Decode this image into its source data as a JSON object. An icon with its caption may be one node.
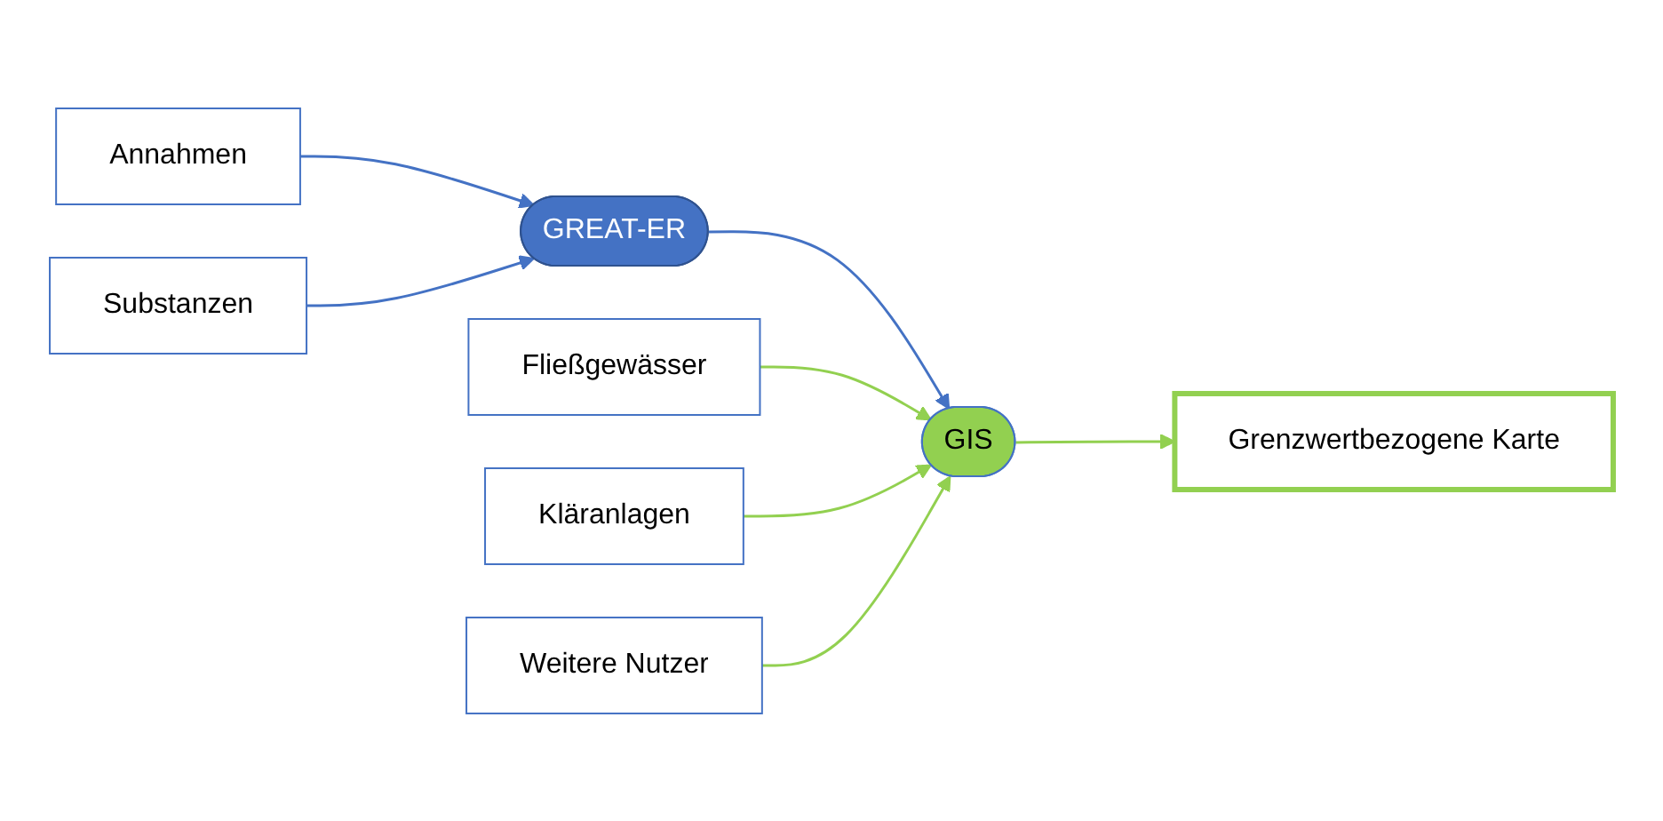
{
  "diagram": {
    "nodes": [
      {
        "text": [
          "Annahmen"
        ]
      },
      {
        "text": [
          "Substanzen"
        ]
      },
      {
        "text": [
          "GREAT-ER"
        ]
      },
      {
        "text": [
          "Fließgewässer"
        ]
      },
      {
        "text": [
          "Kläranlagen"
        ]
      },
      {
        "text": [
          "Weitere Nutzer"
        ]
      },
      {
        "text": [
          "GIS"
        ]
      },
      {
        "text": [
          "Grenzwertbezogene Karte"
        ]
      }
    ],
    "edges": [
      {
        "from": 0,
        "to": 2,
        "arrow": "to",
        "color": "#4472c4"
      },
      {
        "from": 1,
        "to": 2,
        "arrow": "to",
        "color": "#4472c4"
      },
      {
        "from": 2,
        "to": 6,
        "arrow": "to",
        "color": "#4472c4"
      },
      {
        "from": 3,
        "to": 6,
        "arrow": "to"
      },
      {
        "from": 4,
        "to": 6,
        "arrow": "to"
      },
      {
        "from": 5,
        "to": 6,
        "arrow": "to"
      },
      {
        "from": 6,
        "to": 7,
        "arrow": "to"
      }
    ]
  }
}
